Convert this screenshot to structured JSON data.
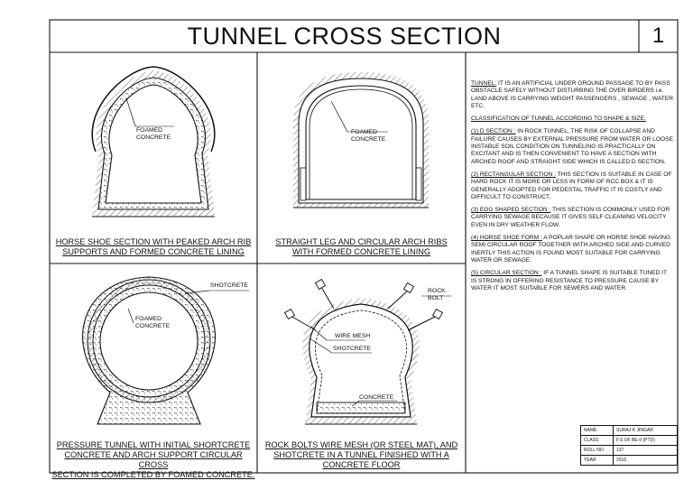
{
  "sheet": {
    "title": "TUNNEL CROSS SECTION",
    "number": "1"
  },
  "panels": {
    "horseshoe_peaked": {
      "caption_line1": "HORSE SHOE SECTION WITH PEAKED ARCH RIB",
      "caption_line2": "SUPPORTS AND FORMED CONCRETE LINING",
      "label_line1": "FOAMED",
      "label_line2": "CONCRETE"
    },
    "straight_leg": {
      "caption_line1": "STRAIGHT LEG AND CIRCULAR ARCH RIBS",
      "caption_line2": "WITH FORMED CONCRETE LINING",
      "label_line1": "FOAMED",
      "label_line2": "CONCRETE"
    },
    "pressure_tunnel": {
      "caption_line1": "PRESSURE TUNNEL WITH INITIAL SHORTCRETE",
      "caption_line2": "CONCRETE AND ARCH SUPPORT CIRCULAR CROSS",
      "caption_line3": "SECTION IS COMPLETED BY FOAMED CONCRETE.",
      "label_shotcrete": "SHOTCRETE",
      "label_line1": "FOAMED",
      "label_line2": "CONCRETE"
    },
    "rock_bolts": {
      "caption_line1": "ROCK BOLTS WIRE MESH (OR STEEL MAT), AND",
      "caption_line2": "SHOTCRETE IN A TUNNEL FINISHED WITH A",
      "caption_line3": "CONCRETE FLOOR",
      "label_rock": "ROCK",
      "label_bolt": "BOLT",
      "label_wire_mesh": "WIRE MESH",
      "label_shotcrete": "SHOTCRETE",
      "label_concrete": "CONCRETE"
    }
  },
  "notes": {
    "tunnel_heading": "TUNNEL:",
    "tunnel_text": " IT IS AN ARTIFICIAL UNDER GROUND PASSAGE TO BY PASS OBSTACLE SAFELY WITHOUT DISTURBING THE OVER BIRDERS i.e. LAND ABOVE IS CARRYING WEIGHT PASSENGERS , SEWAGE , WATER ETC.",
    "classification": "CLASSIFICATION OF TUNNEL ACCORDING TO SHAPE & SIZE.",
    "d_heading": "(1) D SECTION :",
    "d_text": " IN ROCK TUNNEL, THE RISK OF COLLAPSE AND FAILURE CAUSES BY EXTERNAL PRESSURE FROM WATER OR LOOSE INSTABLE SOIL CONDITION ON TUNNELING IS PRACTICALLY ON EXCITANT AND IS THEN CONVENIENT TO HAVE A SECTION WITH ARCHED ROOF AND STRAIGHT SIDE WHICH IS CALLED D SECTION.",
    "rect_heading": "(2) RECTANGULAR SECTION :",
    "rect_text": " THIS SECTION IS SUITABLE IN CASE OF HARD ROCK IT IS MORE OR LESS IN FORM OF RCC BOX & IT IS GENERALLY ADOPTED FOR PEDESTAL TRAFFIC IT IS COSTLY AND DIFFICULT TO CONSTRUCT.",
    "egg_heading": "(3) EGG SHAPED SECTION :",
    "egg_text": " THIS SECTION IS COMMONLY USED FOR CARRYING SEWAGE BECAUSE IT GIVES SELF CLEANING VELOCITY EVEN IN DRY WEATHER FLOW.",
    "horse_heading": "(4) HORSE SHOE FORM :",
    "horse_text": " A POPLAR SHAPE OR HORSE SHOE HAVING SEMI CIRCULAR ROOF TOGETHER WITH ARCHED SIDE AND CURVED INERTLY THIS ACTION IS FOUND MOST SUITABLE FOR CARRYING WATER OR SEWAGE.",
    "circ_heading": "(5) CIRCULAR SECTION :",
    "circ_text": " IF A TUNNEL SHAPE IS SUITABLE TUNED IT IS STRONG IN OFFERING RESISTANCE TO PRESSURE CAUSE BY WATER IT MOST SUITABLE FOR SEWERS AND WATER."
  },
  "title_block": [
    {
      "key": "NAME",
      "value": "SURAJ K JINGAR"
    },
    {
      "key": "CLASS",
      "value": "F.S OF BE-II (PTD)"
    },
    {
      "key": "ROLL NO",
      "value": "137"
    },
    {
      "key": "YEAR",
      "value": "2016"
    }
  ]
}
